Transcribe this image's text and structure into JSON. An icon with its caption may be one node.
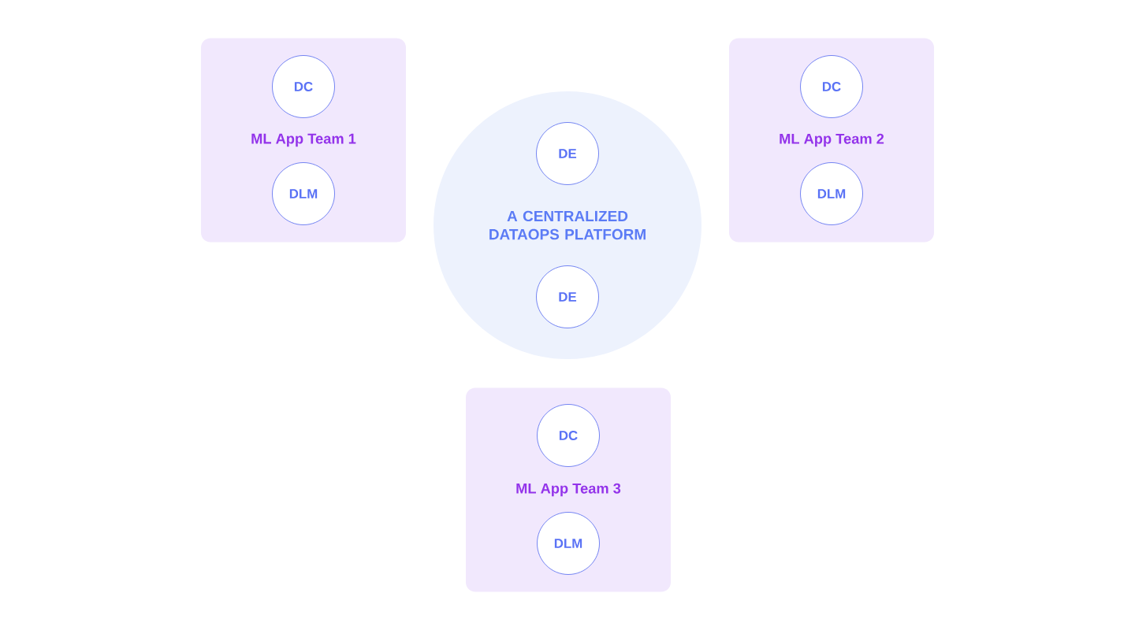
{
  "diagram": {
    "nodes": [
      {
        "text": [
          "ML App Team 1"
        ]
      },
      {
        "text": [
          "DC"
        ],
        "in": 0
      },
      {
        "text": [
          "DLM"
        ],
        "in": 0
      },
      {
        "text": [
          "A CENTRALIZED DATAOPS PLATFORM"
        ]
      },
      {
        "text": [
          "DE"
        ],
        "in": 3
      },
      {
        "text": [
          "DE"
        ],
        "in": 3
      },
      {
        "text": [
          "ML App Team 2"
        ]
      },
      {
        "text": [
          "DC"
        ],
        "in": 6
      },
      {
        "text": [
          "DLM"
        ],
        "in": 6
      },
      {
        "text": [
          "ML App Team 3"
        ]
      },
      {
        "text": [
          "DC"
        ],
        "in": 9
      },
      {
        "text": [
          "DLM"
        ],
        "in": 9
      }
    ]
  }
}
